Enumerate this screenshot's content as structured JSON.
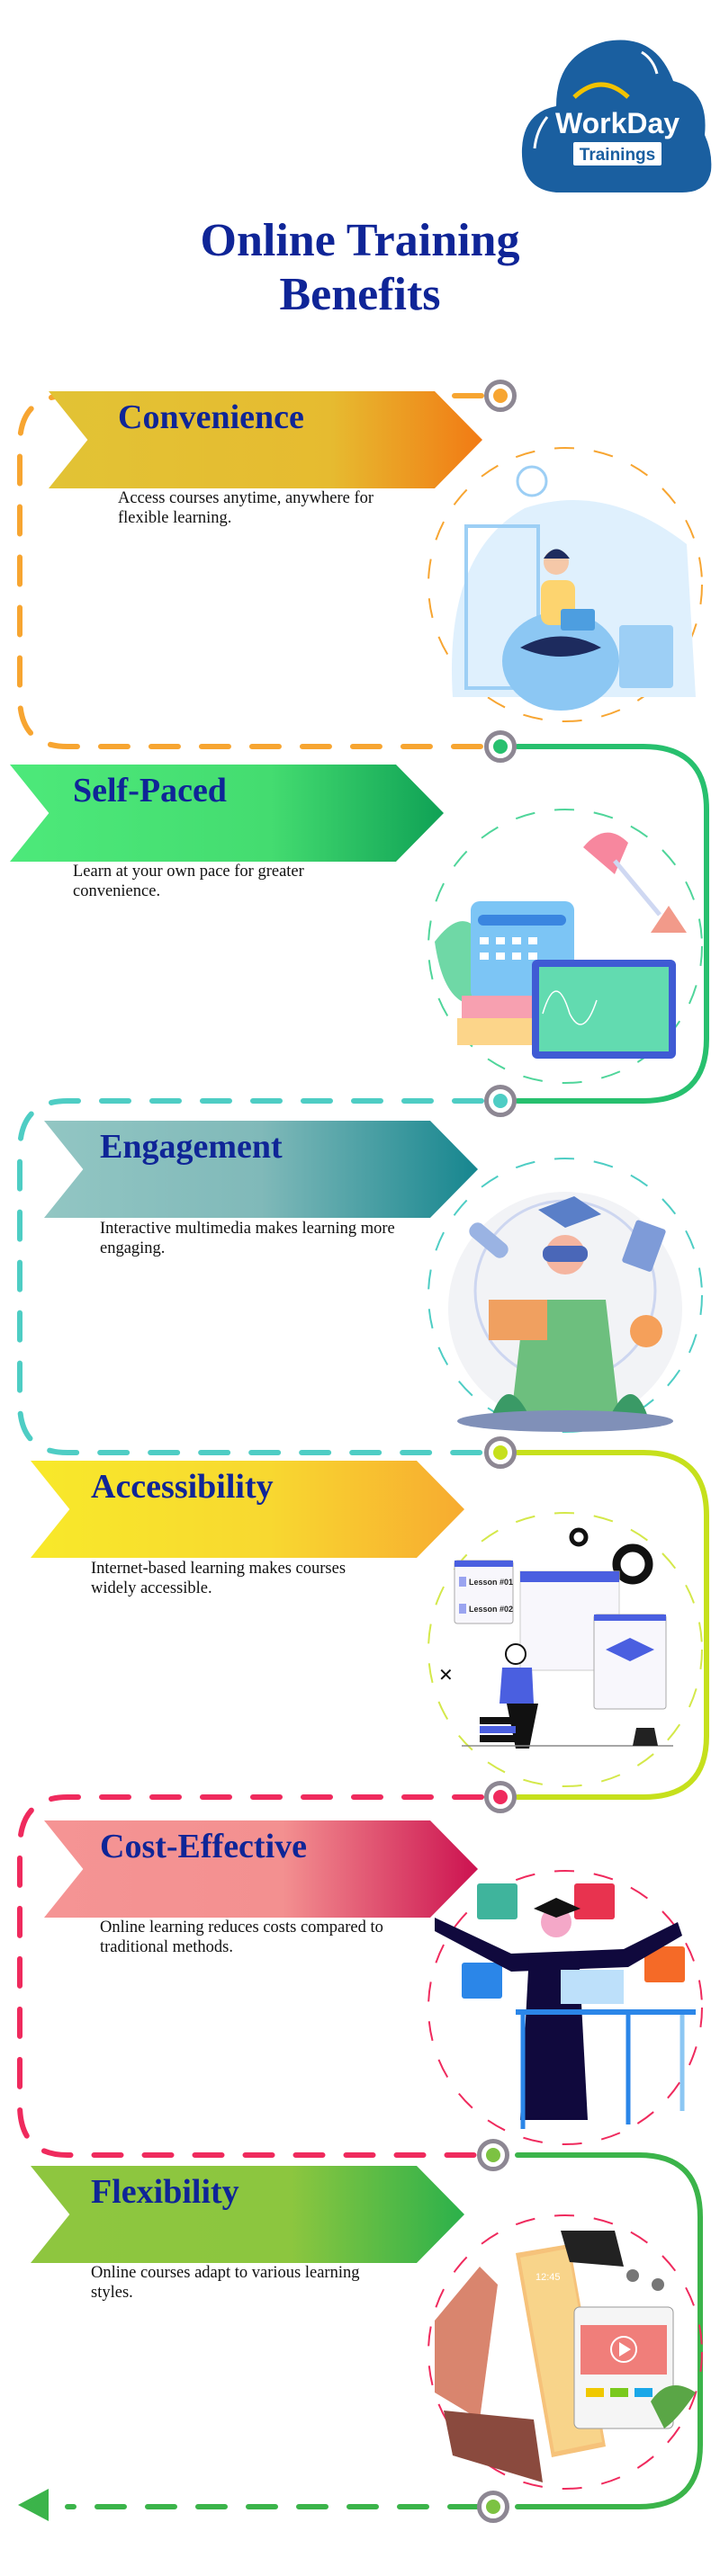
{
  "logo": {
    "brand": "WorkDay",
    "sub": "Trainings"
  },
  "header": {
    "title_line1": "Online Training",
    "title_line2": "Benefits"
  },
  "colors": {
    "title": "#0f2597",
    "node_ring": "#8d8793"
  },
  "sections": [
    {
      "title": "Convenience",
      "description": "Access courses anytime, anywhere for flexible learning.",
      "path_color": "#f7a531",
      "node_color": "#f7a531"
    },
    {
      "title": "Self-Paced",
      "description": "Learn at your own pace for greater convenience.",
      "path_color": "#27c06e",
      "node_color": "#27c06e"
    },
    {
      "title": "Engagement",
      "description": "Interactive multimedia makes learning more engaging.",
      "path_color": "#4ecdc4",
      "node_color": "#4ecdc4"
    },
    {
      "title": "Accessibility",
      "description": "Internet-based learning makes courses widely accessible.",
      "path_color": "#c6e01c",
      "node_color": "#c6e01c"
    },
    {
      "title": "Cost-Effective",
      "description": "Online learning reduces costs compared to traditional methods.",
      "path_color": "#ef2a5d",
      "node_color": "#ef2a5d"
    },
    {
      "title": "Flexibility",
      "description": "Online courses adapt to various learning styles.",
      "path_color": "#3bb44a",
      "node_color": "#7cc242"
    }
  ],
  "illustrations": {
    "accessibility": {
      "lesson1": "Lesson #01",
      "lesson2": "Lesson #02"
    },
    "flexibility": {
      "clock": "12:45"
    }
  }
}
